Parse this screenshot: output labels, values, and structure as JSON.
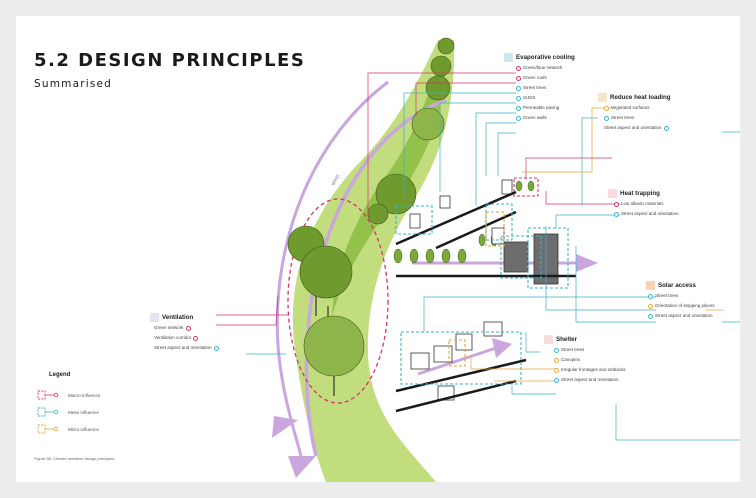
{
  "title": "5.2 DESIGN PRINCIPLES",
  "subtitle": "Summarised",
  "caption": "Figure 56: Climate sensitive design principles",
  "wind_label": "WIND",
  "legend": {
    "title": "Legend",
    "items": [
      {
        "label": "Macro influence",
        "color": "#d6336c"
      },
      {
        "label": "Meso influence",
        "color": "#3bb3c8"
      },
      {
        "label": "Micro influence",
        "color": "#e1a73a"
      }
    ]
  },
  "groups": {
    "evaporative": {
      "title": "Evaporative cooling",
      "badge_color": "#cfe6ee",
      "items": [
        "Green/blue network",
        "Green roofs",
        "Street trees",
        "SUDS",
        "Permeable paving",
        "Green walls"
      ]
    },
    "heat_loading": {
      "title": "Reduce heat loading",
      "badge_color": "#f3e7c9",
      "items": [
        "Vegetated surfaces",
        "Street trees",
        "Street aspect and orientation"
      ]
    },
    "heat_trapping": {
      "title": "Heat trapping",
      "badge_color": "#f6dcdc",
      "items": [
        "Low albedo materials",
        "Street aspect and orientation"
      ]
    },
    "solar": {
      "title": "Solar access",
      "badge_color": "#f7d3b8",
      "items": [
        "Street trees",
        "Orientation of stopping places",
        "Street aspect and orientation"
      ]
    },
    "shelter": {
      "title": "Shelter",
      "badge_color": "#f6dcdc",
      "items": [
        "Street trees",
        "Canopies",
        "Irregular frontages and setbacks",
        "Street aspect and orientation"
      ]
    },
    "ventilation": {
      "title": "Ventilation",
      "badge_color": "#e6e2f3",
      "items": [
        "Green network",
        "Ventilation corridor",
        "Street aspect and orientation"
      ]
    }
  },
  "colors": {
    "macro": "#d6336c",
    "meso": "#3bb3c8",
    "micro": "#e1a73a",
    "wind": "#c9a6dd",
    "green_light": "#c2dd7e",
    "green_mid": "#93c24a",
    "tree": "#6f9a2e"
  }
}
